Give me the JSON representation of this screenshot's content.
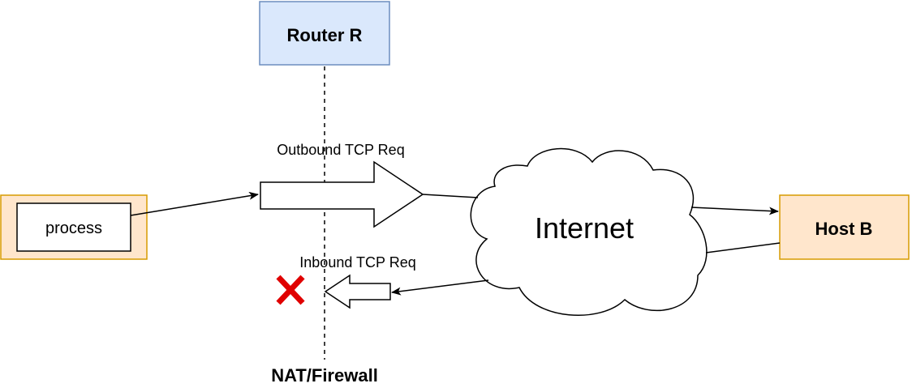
{
  "diagram": {
    "router_label": "Router R",
    "host_label": "Host B",
    "process_label": "process",
    "internet_label": "Internet",
    "outbound_label": "Outbound TCP Req",
    "inbound_label": "Inbound TCP Req",
    "firewall_label": "NAT/Firewall"
  },
  "colors": {
    "router_fill": "#dae8fc",
    "router_stroke": "#6c8ebf",
    "orange_fill": "#ffe6cc",
    "orange_stroke": "#d79b00",
    "blocked_x": "#e00000"
  }
}
